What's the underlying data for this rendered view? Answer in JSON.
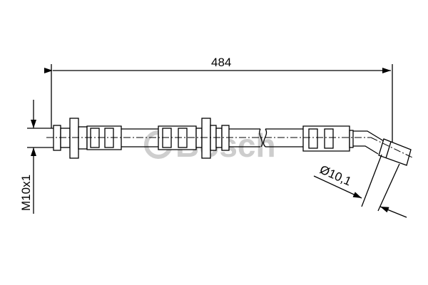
{
  "drawing": {
    "length_dimension": "484",
    "thread_label": "M10x1",
    "diameter_label": "Ø10,1",
    "watermark": "Bosch",
    "line_color": "#000000",
    "watermark_color": "#bdbdbd"
  }
}
